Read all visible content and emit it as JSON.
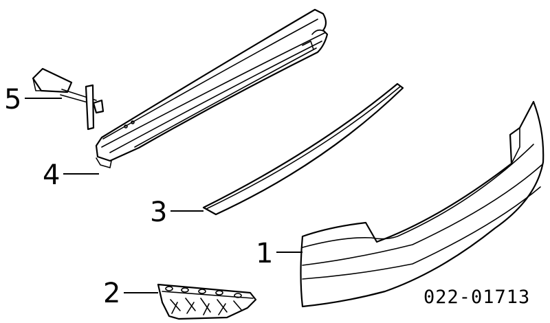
{
  "callouts": [
    {
      "id": "1",
      "label": "1"
    },
    {
      "id": "2",
      "label": "2"
    },
    {
      "id": "3",
      "label": "3"
    },
    {
      "id": "4",
      "label": "4"
    },
    {
      "id": "5",
      "label": "5"
    }
  ],
  "reference_code": "022-01713"
}
